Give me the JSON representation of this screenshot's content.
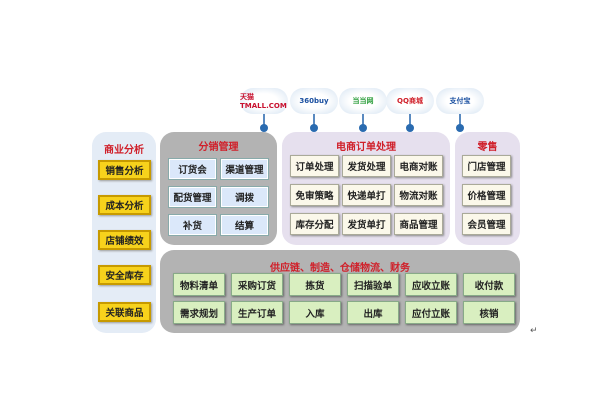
{
  "platforms": [
    {
      "label": "天猫 TMALL.COM",
      "color": "#c8102e"
    },
    {
      "label": "360buy",
      "color": "#1a4fa0"
    },
    {
      "label": "当当网",
      "color": "#2a9d3a"
    },
    {
      "label": "QQ商城",
      "color": "#d0202a"
    },
    {
      "label": "支付宝",
      "color": "#1a4fa0"
    }
  ],
  "business_analysis": {
    "title": "商业分析",
    "items": [
      "销售分析",
      "成本分析",
      "店铺绩效",
      "安全库存",
      "关联商品"
    ]
  },
  "distribution": {
    "title": "分销管理",
    "items": [
      "订货会",
      "渠道管理",
      "配货管理",
      "调拨",
      "补货",
      "结算"
    ]
  },
  "ecommerce": {
    "title": "电商订单处理",
    "items": [
      "订单处理",
      "发货处理",
      "电商对账",
      "免审策略",
      "快递单打",
      "物流对账",
      "库存分配",
      "发货单打",
      "商品管理"
    ]
  },
  "retail": {
    "title": "零售",
    "items": [
      "门店管理",
      "价格管理",
      "会员管理"
    ]
  },
  "supply_chain": {
    "title": "供应链、制造、仓储物流、财务",
    "items": [
      "物料清单",
      "采购订货",
      "拣货",
      "扫描验单",
      "应收立账",
      "收付款",
      "需求规划",
      "生产订单",
      "入库",
      "出库",
      "应付立账",
      "核销"
    ]
  },
  "return_mark": "↵"
}
